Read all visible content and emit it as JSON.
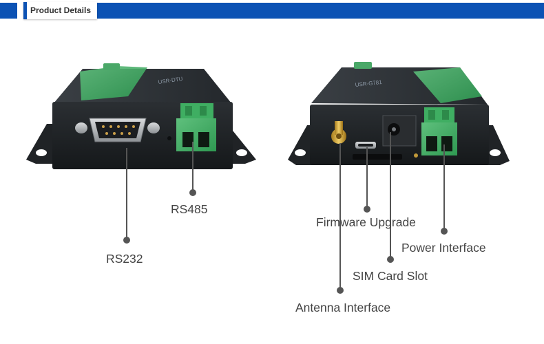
{
  "header": {
    "title": "Product Details"
  },
  "colors": {
    "brand": "#0c52b4",
    "device": "#1e2124",
    "terminal": "#46b66a",
    "leader": "#555555"
  },
  "callouts": {
    "rs232": "RS232",
    "rs485": "RS485",
    "firmware": "Firmware Upgrade",
    "power": "Power Interface",
    "sim": "SIM Card Slot",
    "antenna": "Antenna Interface"
  }
}
